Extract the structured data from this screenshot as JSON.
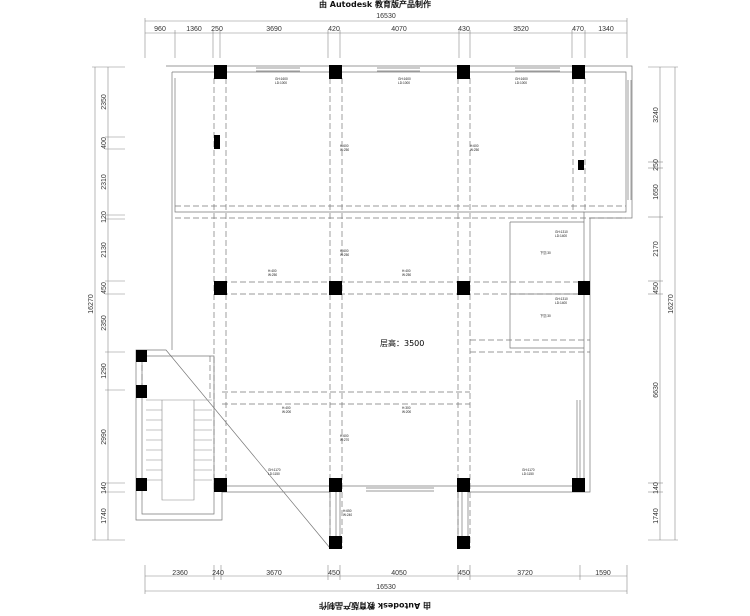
{
  "watermark_top": "由 Autodesk 教育版产品制作",
  "watermark_bottom": "由 Autodesk 教育版产品制作",
  "floor_height_label": "层高：3500",
  "top_dims": {
    "total": "16530",
    "segments": [
      "960",
      "1360",
      "250",
      "3690",
      "420",
      "4070",
      "430",
      "3520",
      "470",
      "1340"
    ]
  },
  "bottom_dims": {
    "total": "16530",
    "segments": [
      "2360",
      "240",
      "3670",
      "450",
      "4050",
      "450",
      "3720",
      "1590"
    ]
  },
  "left_dims": {
    "total": "16270",
    "segments": [
      "2350",
      "400",
      "2310",
      "120",
      "2130",
      "450",
      "2350",
      "1290",
      "2990",
      "140",
      "1740"
    ]
  },
  "right_dims": {
    "total": "16270",
    "segments": [
      "3240",
      "250",
      "1650",
      "2170",
      "450",
      "6630",
      "140",
      "1740"
    ]
  },
  "annotations": {
    "win_a": [
      "GH:1600",
      "LD:1000"
    ],
    "win_b": [
      "GH:1600",
      "LD:1000"
    ],
    "win_c": [
      "GH:1600",
      "LD:1000"
    ],
    "beam_a": [
      "H:600",
      "W:250"
    ],
    "beam_b": [
      "H:600",
      "W:250"
    ],
    "beam_c": [
      "H:400",
      "W:250"
    ],
    "beam_d": [
      "H:400",
      "W:250"
    ],
    "beam_e": [
      "H:600",
      "W:250"
    ],
    "beam_f": [
      "H:400",
      "W:200"
    ],
    "beam_g": [
      "H:300",
      "W:200"
    ],
    "beam_h": [
      "H:600",
      "W:270"
    ],
    "win_d": [
      "GH:1170",
      "LD:1150"
    ],
    "win_e": [
      "GH:1170",
      "LD:1150"
    ],
    "win_f": [
      "GH:1310",
      "LD:1400"
    ],
    "win_g": [
      "GH:1310",
      "LD:1400"
    ],
    "sunken_a": "下沉:30",
    "sunken_b": "下沉:30",
    "beam_i": [
      "H:650",
      "W:240"
    ]
  }
}
